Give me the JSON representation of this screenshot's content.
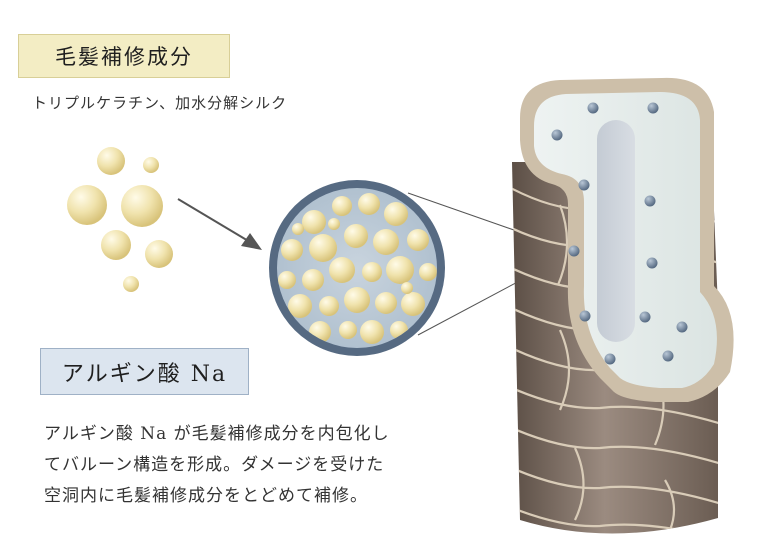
{
  "title": "毛髪補修成分",
  "subtitle": "トリプルケラチン、加水分解シルク",
  "ingredient_label": "アルギン酸 Na",
  "description_lines": [
    "アルギン酸 Na が毛髪補修成分を内包化し",
    "てバルーン構造を形成。ダメージを受けた",
    "空洞内に毛髪補修成分をとどめて補修。"
  ],
  "colors": {
    "title_bg": "#f3edc4",
    "label_bg": "#dce5ef",
    "capsule_ring": "#566a82",
    "hair_cuticle": "#7e6f64"
  }
}
